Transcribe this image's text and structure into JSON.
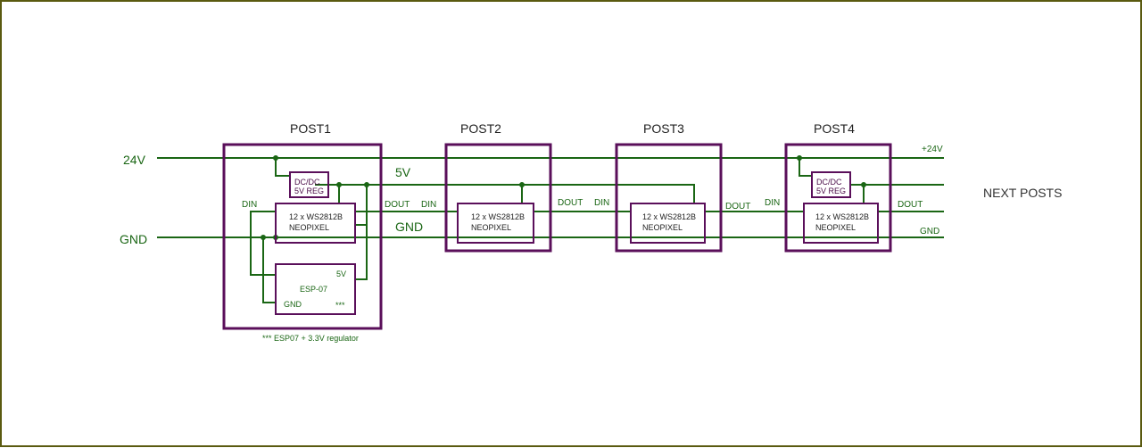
{
  "colors": {
    "wire": "#1a6614",
    "part": "#5a0f5a",
    "frame": "#5a5a10",
    "bg": "#ffffff"
  },
  "rails": {
    "v24": "24V",
    "gnd": "GND",
    "v5": "5V",
    "gnd_mid": "GND",
    "plus24": "+24V",
    "gnd_right": "GND"
  },
  "posts": [
    {
      "title": "POST1"
    },
    {
      "title": "POST2"
    },
    {
      "title": "POST3"
    },
    {
      "title": "POST4"
    }
  ],
  "regulator": {
    "line1": "DC/DC",
    "line2": "5V REG"
  },
  "neopixel": {
    "line1": "12 x WS2812B",
    "line2": "NEOPIXEL"
  },
  "pins": {
    "din": "DIN",
    "dout": "DOUT"
  },
  "esp": {
    "name": "ESP-07",
    "v5": "5V",
    "gnd": "GND",
    "stars": "***"
  },
  "footnote": "*** ESP07 + 3.3V regulator",
  "next_posts": "NEXT POSTS"
}
